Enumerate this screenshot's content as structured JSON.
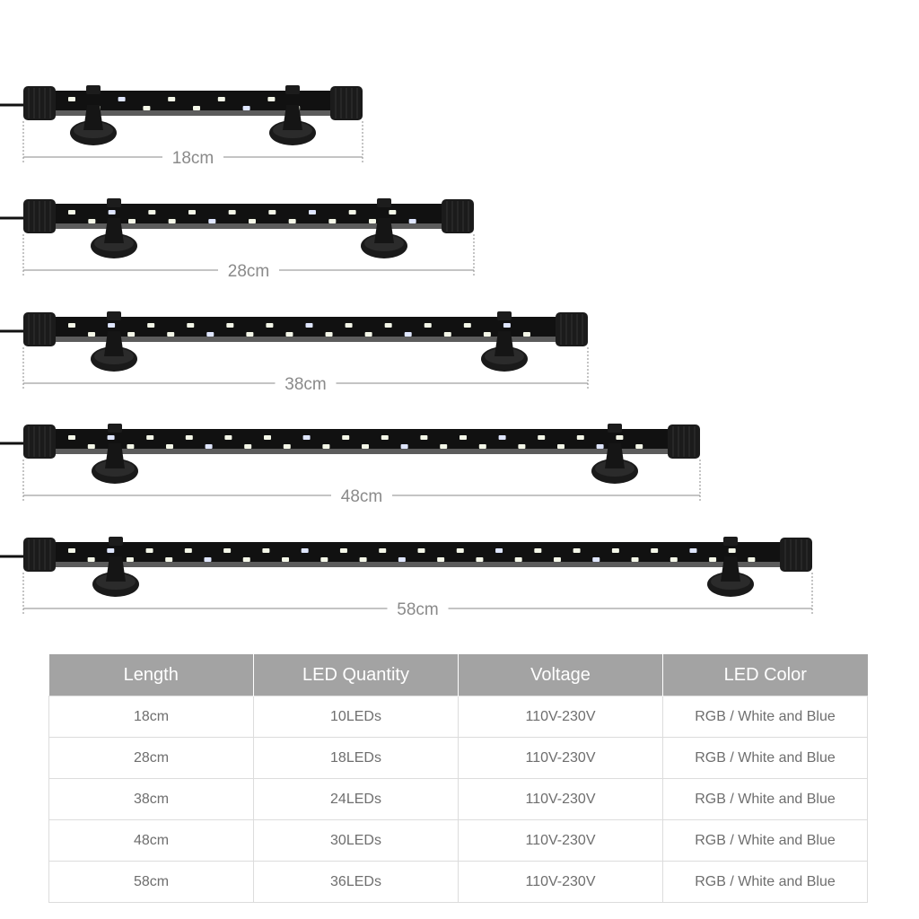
{
  "products": [
    {
      "length_label": "18cm",
      "led_count": 10
    },
    {
      "length_label": "28cm",
      "led_count": 18
    },
    {
      "length_label": "38cm",
      "led_count": 24
    },
    {
      "length_label": "48cm",
      "led_count": 30
    },
    {
      "length_label": "58cm",
      "led_count": 36
    }
  ],
  "table": {
    "headers": [
      "Length",
      "LED Quantity",
      "Voltage",
      "LED Color"
    ],
    "rows": [
      [
        "18cm",
        "10LEDs",
        "110V-230V",
        "RGB / White and Blue"
      ],
      [
        "28cm",
        "18LEDs",
        "110V-230V",
        "RGB / White and Blue"
      ],
      [
        "38cm",
        "24LEDs",
        "110V-230V",
        "RGB / White and Blue"
      ],
      [
        "48cm",
        "30LEDs",
        "110V-230V",
        "RGB / White and Blue"
      ],
      [
        "58cm",
        "36LEDs",
        "110V-230V",
        "RGB / White and Blue"
      ]
    ]
  },
  "colors": {
    "header_bg": "#a3a3a3",
    "bar_body": "#111111",
    "led_white": "#f4f7e8",
    "led_blue": "#dfe6ff",
    "dimension_line": "#8a8a8a"
  }
}
